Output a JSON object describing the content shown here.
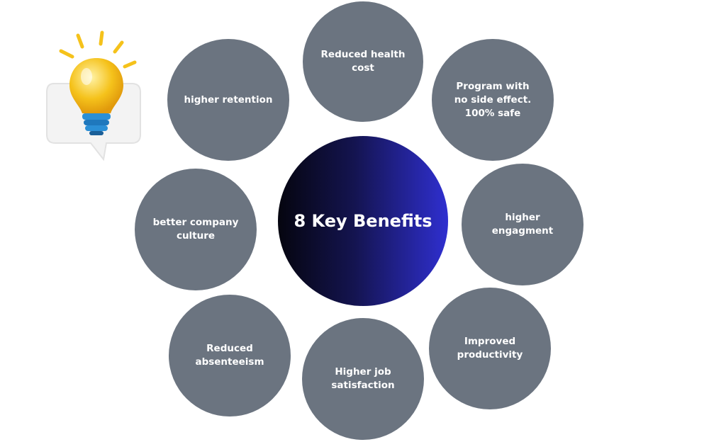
{
  "center": {
    "label": "8 Key Benefits"
  },
  "benefits": [
    "Reduced health\ncost",
    "Program with\nno side effect.\n100% safe",
    "higher engagment",
    "Improved\nproductivity",
    "Higher job\nsatisfaction",
    "Reduced\nabsenteeism",
    "better company\nculture",
    "higher retention"
  ],
  "icon": "lightbulb-speech-bubble-icon",
  "colors": {
    "bubble": "#6b7480",
    "center_start": "#05050f",
    "center_end": "#2f2fd0",
    "bulb": "#f5c21b",
    "bulb_base": "#2b8fd6"
  }
}
